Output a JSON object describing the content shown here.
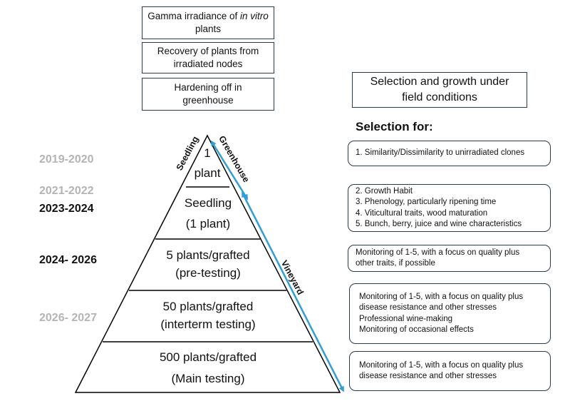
{
  "steps": [
    {
      "pre": "Gamma irradiance of ",
      "em": "in vitro",
      "post": " plants"
    },
    {
      "text": "Recovery of plants from irradiated nodes"
    },
    {
      "text": "Hardening off in greenhouse"
    }
  ],
  "field_box": "Selection and growth under field conditions",
  "selection_heading": "Selection for:",
  "years": [
    {
      "label": "2019-2020",
      "color": "#b4b4b4"
    },
    {
      "label": "2021-2022",
      "color": "#b4b4b4"
    },
    {
      "label": "2023-2024",
      "color": "#111111"
    },
    {
      "label": "2024- 2026",
      "color": "#111111"
    },
    {
      "label": "2026- 2027",
      "color": "#b4b4b4"
    }
  ],
  "tiers": [
    {
      "line1": "1",
      "line2": "plant"
    },
    {
      "line1": "Seedling",
      "line2": "(1 plant)"
    },
    {
      "line1": "5 plants/grafted",
      "line2": "(pre-testing)"
    },
    {
      "line1": "50 plants/grafted",
      "line2": "(interterm testing)"
    },
    {
      "line1": "500 plants/grafted",
      "line2": "(Main testing)"
    }
  ],
  "side_labels": {
    "seedling": "Seedling",
    "greenhouse": "Greenhouse",
    "vineyard": "Vineyard"
  },
  "selection_boxes": [
    {
      "lines": [
        "1. Similarity/Dissimilarity to unirradiated clones"
      ]
    },
    {
      "lines": [
        "2. Growth Habit",
        "3. Phenology, particularly ripening time",
        "4. Viticultural traits, wood maturation",
        "5. Bunch, berry, juice and wine characteristics"
      ]
    },
    {
      "lines": [
        "Monitoring of 1-5, with a focus on quality plus",
        "other traits, if possible"
      ]
    },
    {
      "lines": [
        "Monitoring of 1-5, with a focus on quality plus",
        "disease resistance and other stresses",
        "Professional wine-making",
        "Monitoring of occasional effects"
      ]
    },
    {
      "lines": [
        "Monitoring of 1-5, with a focus on quality plus",
        "disease resistance and other stresses"
      ]
    }
  ],
  "colors": {
    "arrow": "#2e9fd9",
    "box_border": "#2a3b4c",
    "pyramid": "#000000"
  }
}
